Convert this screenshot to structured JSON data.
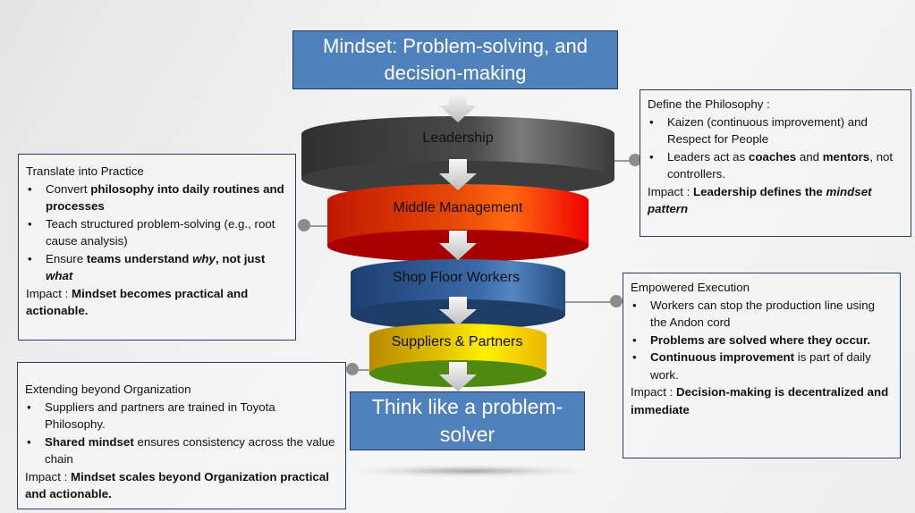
{
  "title": "Mindset: Problem-solving, and decision-making",
  "result": "Think like a problem-solver",
  "colors": {
    "box_blue": "#4f81bd",
    "box_border": "#1f3a5f",
    "leadership": "#404040",
    "middle_management": "#e8200c",
    "shop_floor": "#2c5a93",
    "suppliers": "#f2c80f",
    "suppliers_base": "#4e8a10"
  },
  "layers": [
    {
      "label": "Leadership"
    },
    {
      "label": "Middle Management"
    },
    {
      "label": "Shop Floor Workers"
    },
    {
      "label": "Suppliers & Partners"
    }
  ],
  "notes": {
    "leadership": {
      "heading": "Define the Philosophy :",
      "bullet1": "Kaizen (continuous improvement) and Respect for People",
      "bullet2_a": "Leaders act as ",
      "bullet2_b": "coaches",
      "bullet2_c": " and ",
      "bullet2_d": "mentors",
      "bullet2_e": ", not controllers.",
      "impact_label": "Impact : ",
      "impact_a": "Leadership defines the ",
      "impact_b": "mindset pattern"
    },
    "middle": {
      "heading": "Translate into Practice",
      "bullet1_a": "Convert ",
      "bullet1_b": "philosophy into daily routines and processes",
      "bullet2": "Teach structured problem-solving (e.g., root cause analysis)",
      "bullet3_a": "Ensure ",
      "bullet3_b": "teams understand ",
      "bullet3_c": "why",
      "bullet3_d": ", not just ",
      "bullet3_e": "what",
      "impact_label": "Impact : ",
      "impact": "Mindset becomes practical and actionable."
    },
    "shopfloor": {
      "heading": "Empowered Execution",
      "bullet1": "Workers can stop the production line using the Andon cord",
      "bullet2": "Problems are solved where they occur.",
      "bullet3_a": "Continuous improvement",
      "bullet3_b": " is part of daily work.",
      "impact_label": "Impact : ",
      "impact": "Decision-making is decentralized and immediate"
    },
    "suppliers": {
      "heading": "Extending beyond Organization",
      "bullet1": "Suppliers and partners are trained in Toyota Philosophy.",
      "bullet2_a": "Shared mindset",
      "bullet2_b": " ensures consistency across the value chain",
      "impact_label": "Impact : ",
      "impact": "Mindset scales beyond Organization practical and actionable."
    }
  }
}
